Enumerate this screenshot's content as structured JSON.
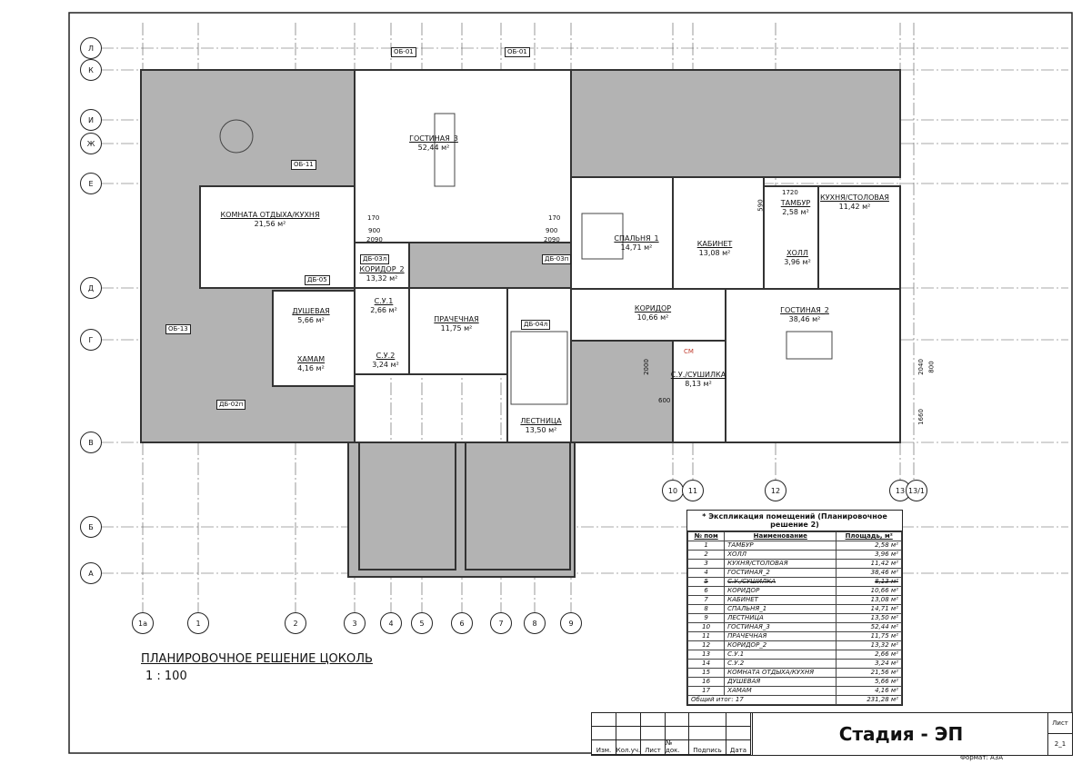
{
  "drawing": {
    "title": "ПЛАНИРОВОЧНОЕ РЕШЕНИЕ ЦОКОЛЬ",
    "scale": "1 : 100",
    "axes_letters": [
      "Л",
      "К",
      "И",
      "Ж",
      "Е",
      "Д",
      "Г",
      "В",
      "Б",
      "А"
    ],
    "axes_numbers": [
      "1а",
      "1",
      "2",
      "3",
      "4",
      "5",
      "6",
      "7",
      "8",
      "9"
    ],
    "axes_numbers_upper": [
      "10",
      "11",
      "12",
      "13",
      "13/1"
    ]
  },
  "rooms": [
    {
      "name": "ГОСТИНАЯ_3",
      "area": "52,44 м²"
    },
    {
      "name": "КОМНАТА ОТДЫХА/КУХНЯ",
      "area": "21,56 м²"
    },
    {
      "name": "КОРИДОР_2",
      "area": "13,32 м²"
    },
    {
      "name": "С.У.1",
      "area": "2,66 м²"
    },
    {
      "name": "С.У.2",
      "area": "3,24 м²"
    },
    {
      "name": "ДУШЕВАЯ",
      "area": "5,66 м²"
    },
    {
      "name": "ХАМАМ",
      "area": "4,16 м²"
    },
    {
      "name": "ПРАЧЕЧНАЯ",
      "area": "11,75 м²"
    },
    {
      "name": "ЛЕСТНИЦА",
      "area": "13,50 м²"
    },
    {
      "name": "СПАЛЬНЯ_1",
      "area": "14,71 м²"
    },
    {
      "name": "КАБИНЕТ",
      "area": "13,08 м²"
    },
    {
      "name": "ТАМБУР",
      "area": "2,58 м²"
    },
    {
      "name": "ХОЛЛ",
      "area": "3,96 м²"
    },
    {
      "name": "КУХНЯ/СТОЛОВАЯ",
      "area": "11,42 м²"
    },
    {
      "name": "КОРИДОР",
      "area": "10,66 м²"
    },
    {
      "name": "ГОСТИНАЯ_2",
      "area": "38,46 м²"
    },
    {
      "name": "С.У./СУШИЛКА",
      "area": "8,13 м²"
    }
  ],
  "tags": {
    "ob01": "ОБ-01",
    "ob11": "ОБ-11",
    "ob13": "ОБ-13",
    "db02": "ДБ-02п",
    "db03l": "ДБ-03л",
    "db03p": "ДБ-03п",
    "db04": "ДБ-04л",
    "db05": "ДБ-05",
    "sm": "СМ"
  },
  "dims": {
    "d170": "170",
    "d900": "900",
    "d2090": "2090",
    "d1720": "1720",
    "d590": "590",
    "d2000": "2000",
    "d600": "600",
    "d2040": "2040",
    "d800": "800",
    "d1660": "1660"
  },
  "explication": {
    "caption": "* Экспликация помещений (Планировочное решение 2)",
    "headers": [
      "№ пом",
      "Наименование",
      "Площадь, м²"
    ],
    "rows": [
      [
        "1",
        "ТАМБУР",
        "2,58 м²"
      ],
      [
        "2",
        "ХОЛЛ",
        "3,96 м²"
      ],
      [
        "3",
        "КУХНЯ/СТОЛОВАЯ",
        "11,42 м²"
      ],
      [
        "4",
        "ГОСТИНАЯ_2",
        "38,46 м²"
      ],
      [
        "5",
        "С.У./СУШИЛКА",
        "8,13 м²"
      ],
      [
        "6",
        "КОРИДОР",
        "10,66 м²"
      ],
      [
        "7",
        "КАБИНЕТ",
        "13,08 м²"
      ],
      [
        "8",
        "СПАЛЬНЯ_1",
        "14,71 м²"
      ],
      [
        "9",
        "ЛЕСТНИЦА",
        "13,50 м²"
      ],
      [
        "10",
        "ГОСТИНАЯ_3",
        "52,44 м²"
      ],
      [
        "11",
        "ПРАЧЕЧНАЯ",
        "11,75 м²"
      ],
      [
        "12",
        "КОРИДОР_2",
        "13,32 м²"
      ],
      [
        "13",
        "С.У.1",
        "2,66 м²"
      ],
      [
        "14",
        "С.У.2",
        "3,24 м²"
      ],
      [
        "15",
        "КОМНАТА ОТДЫХА/КУХНЯ",
        "21,56 м²"
      ],
      [
        "16",
        "ДУШЕВАЯ",
        "5,66 м²"
      ],
      [
        "17",
        "ХАМАМ",
        "4,16 м²"
      ]
    ],
    "total_label": "Общий итог: 17",
    "total_value": "231,28 м²"
  },
  "stamp": {
    "cols": [
      "Изм.",
      "Кол.уч.",
      "Лист",
      "№ док.",
      "Подпись",
      "Дата"
    ],
    "stage": "Стадия - ЭП",
    "sheet_label": "Лист",
    "sheet_no": "2_1",
    "format": "Формат: А3А"
  }
}
